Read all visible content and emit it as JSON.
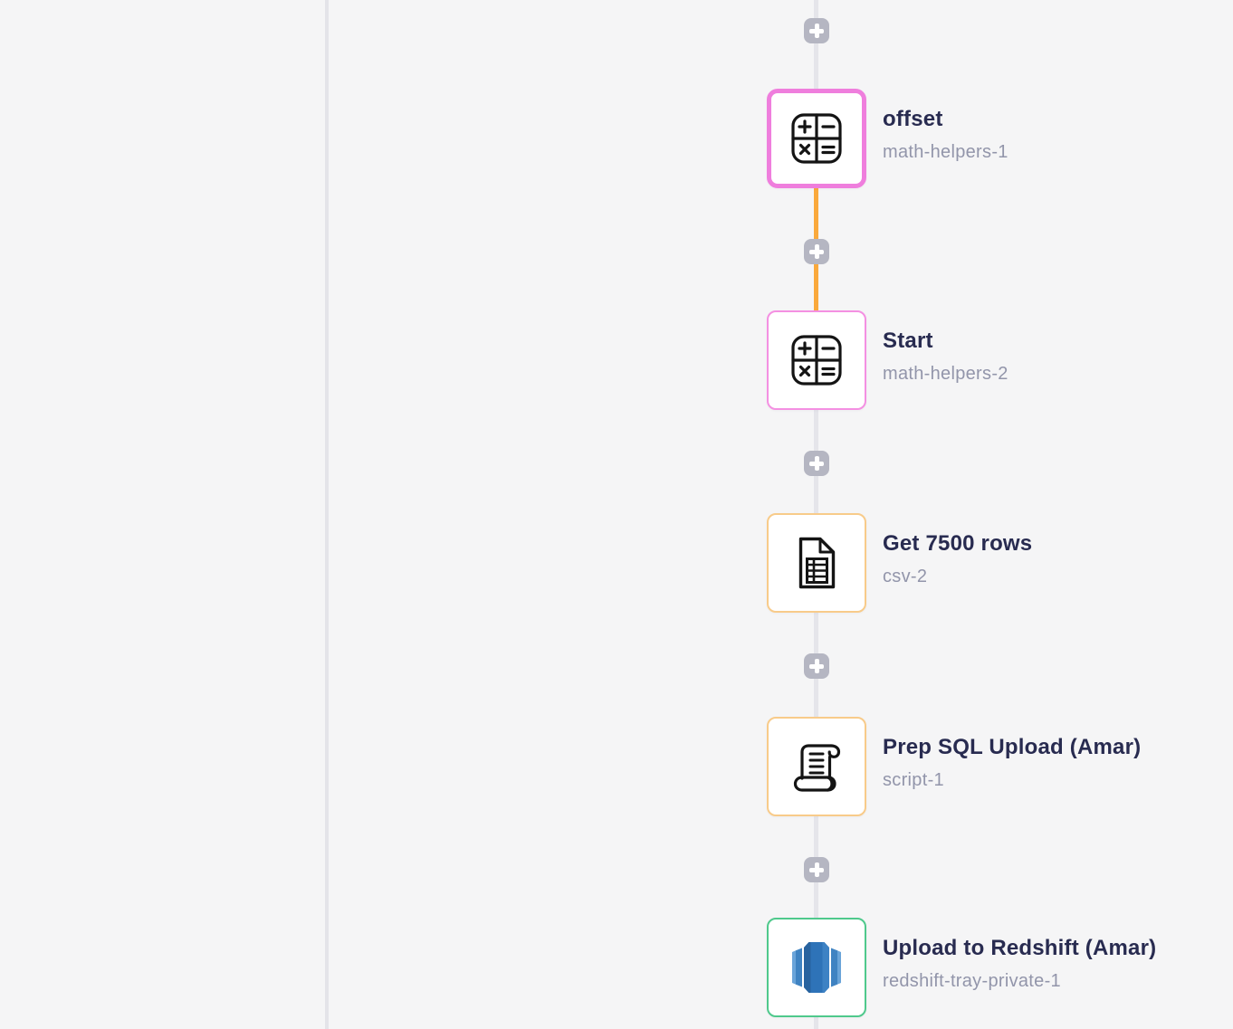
{
  "workflow": {
    "nodes": [
      {
        "title": "offset",
        "subtitle": "math-helpers-1",
        "icon": "math-helpers-icon",
        "accent_color": "#ef7edd",
        "selected": true
      },
      {
        "title": "Start",
        "subtitle": "math-helpers-2",
        "icon": "math-helpers-icon",
        "accent_color": "#f490e2",
        "selected": false
      },
      {
        "title": "Get 7500 rows",
        "subtitle": "csv-2",
        "icon": "csv-document-icon",
        "accent_color": "#f8cb8a",
        "selected": false
      },
      {
        "title": "Prep SQL Upload (Amar)",
        "subtitle": "script-1",
        "icon": "script-scroll-icon",
        "accent_color": "#f8cb8a",
        "selected": false
      },
      {
        "title": "Upload to Redshift (Amar)",
        "subtitle": "redshift-tray-private-1",
        "icon": "redshift-icon",
        "accent_color": "#4fc98c",
        "selected": false
      }
    ],
    "add_step_button": {
      "glyph": "+",
      "background_color": "#b5b6c2",
      "glyph_color": "#ffffff"
    },
    "connector": {
      "default_color": "#e5e5ea",
      "active_color": "#faa93c",
      "active_segment_between": [
        "offset",
        "Start"
      ]
    }
  },
  "colors": {
    "canvas_background": "#f5f5f6",
    "panel_divider": "#e4e4e9",
    "node_background": "#ffffff",
    "title_text": "#282b50",
    "subtitle_text": "#9295aa",
    "redshift_blue_center": "#2e73b8",
    "redshift_blue_side": "#3f83c2"
  }
}
